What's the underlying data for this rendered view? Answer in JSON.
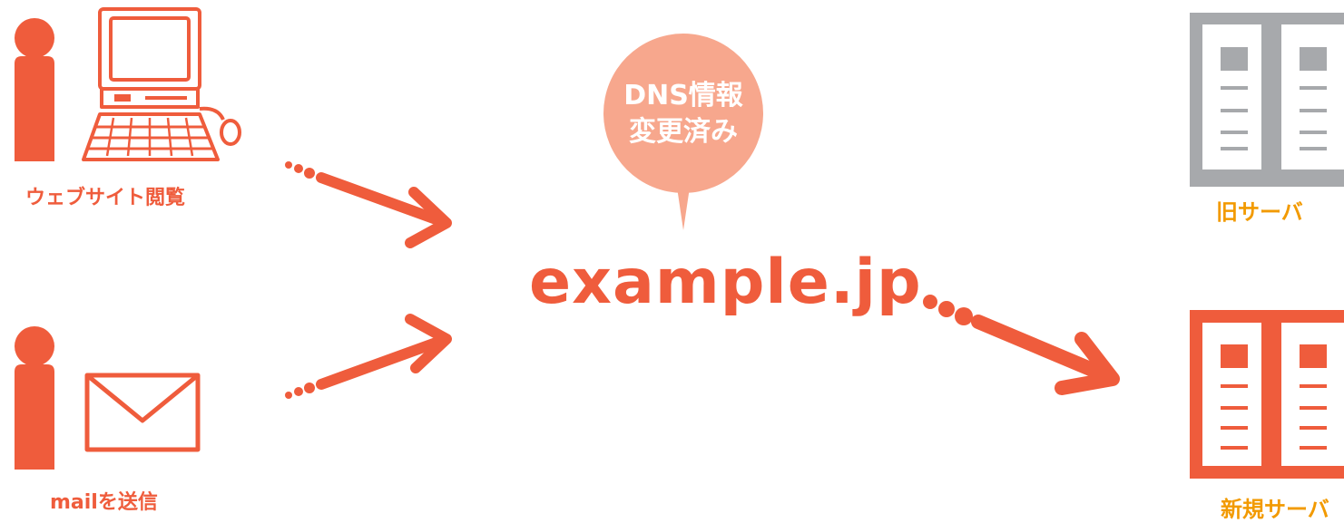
{
  "labels": {
    "browse": "ウェブサイト閲覧",
    "mail": "mailを送信",
    "domain": "example.jp",
    "bubble_line1": "DNS情報",
    "bubble_line2": "変更済み",
    "old_server": "旧サーバ",
    "new_server": "新規サーバ"
  },
  "colors": {
    "accent": "#ef5c3c",
    "bubble": "#f7a78d",
    "old_server": "#a7a9ac",
    "label_highlight": "#f29a00"
  },
  "icons": [
    "person-icon",
    "computer-icon",
    "envelope-icon",
    "server-icon"
  ]
}
